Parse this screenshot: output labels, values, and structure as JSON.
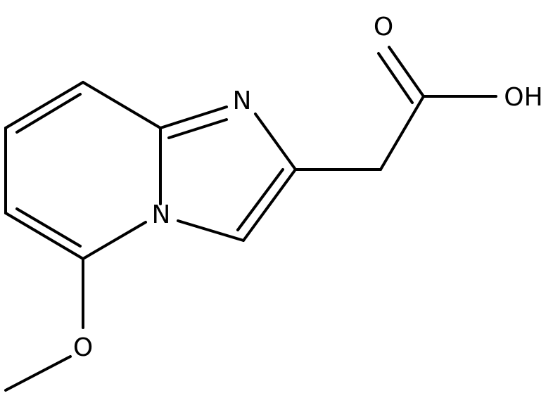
{
  "molecule": {
    "atoms": {
      "imidazole_n": "N",
      "pyridine_n": "N",
      "carbonyl_o": "O",
      "hydroxyl": "OH",
      "methoxy_o": "O"
    }
  }
}
